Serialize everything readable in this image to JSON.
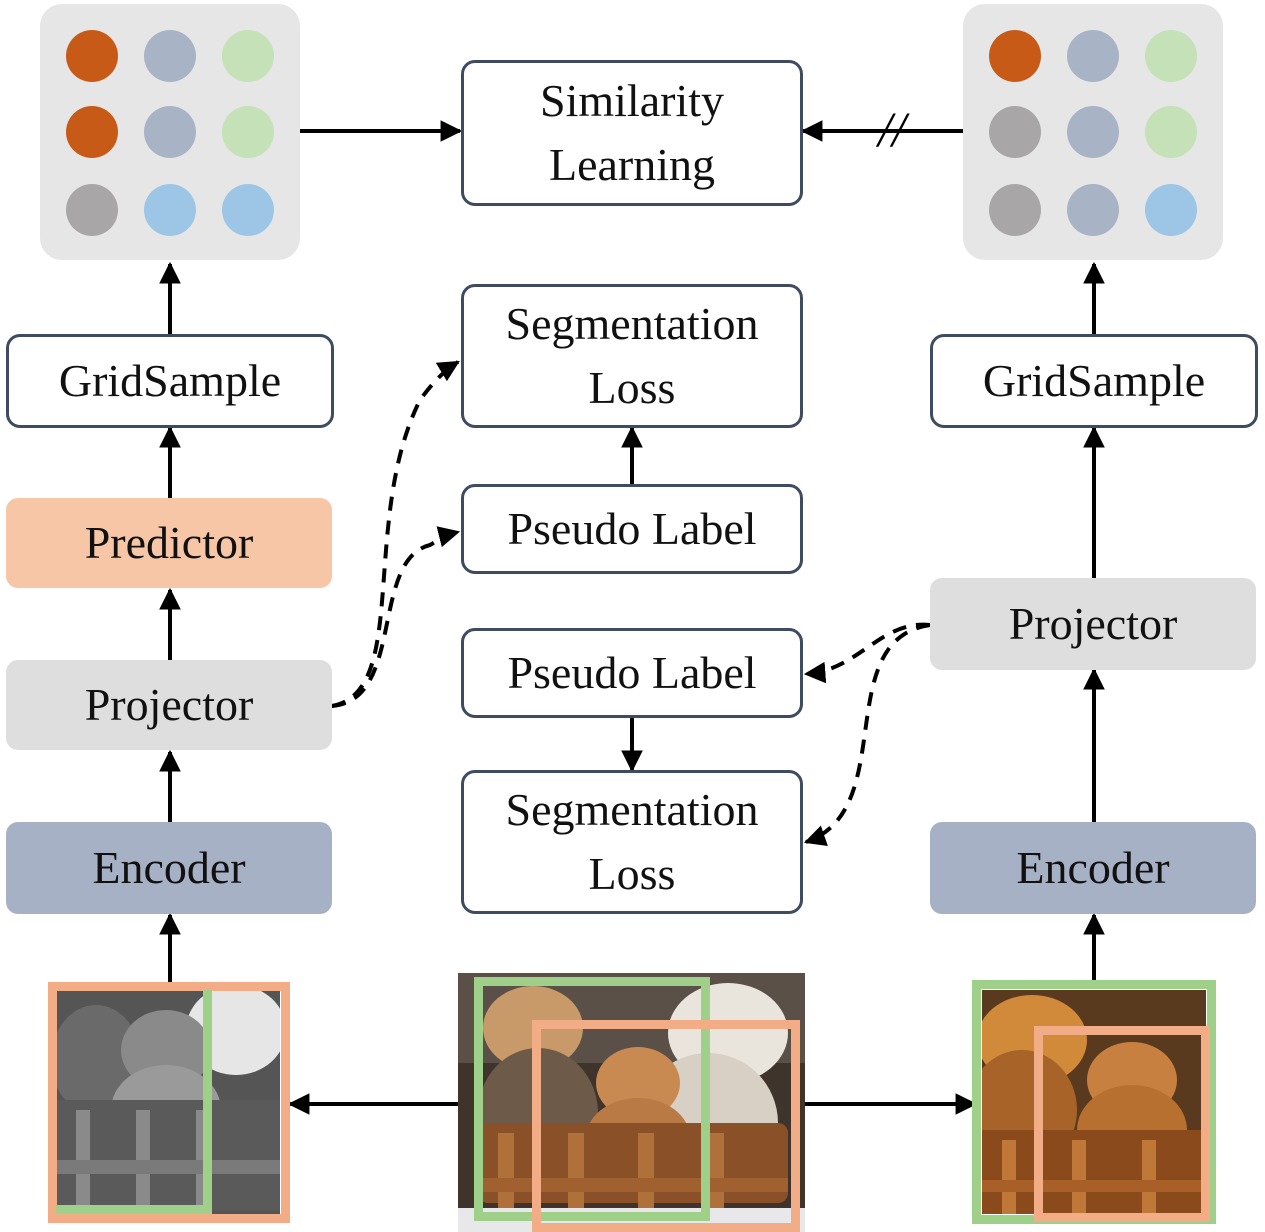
{
  "colors": {
    "predictor_fill": "#f6c6a6",
    "projector_fill": "#dedede",
    "encoder_fill": "#a7b1c5",
    "box_border": "#3f4b5f",
    "panel_fill": "#e6e6e6",
    "crop_green": "#9fd08a",
    "crop_orange": "#f2ad86",
    "dot_orange": "#c85a18",
    "dot_slate": "#a9b3c6",
    "dot_green": "#c4e1b8",
    "dot_gray": "#a8a6a6",
    "dot_blue": "#9dc6e6"
  },
  "labels": {
    "similarity_line1": "Similarity",
    "similarity_line2": "Learning",
    "seg_loss_line1": "Segmentation",
    "seg_loss_line2": "Loss",
    "pseudo_label": "Pseudo Label",
    "gridsample": "GridSample",
    "predictor": "Predictor",
    "projector": "Projector",
    "encoder": "Encoder"
  },
  "stop_gradient_mark": "//",
  "left_grid_colors": [
    "dot_orange",
    "dot_slate",
    "dot_green",
    "dot_orange",
    "dot_slate",
    "dot_green",
    "dot_gray",
    "dot_blue",
    "dot_blue"
  ],
  "right_grid_colors": [
    "dot_orange",
    "dot_slate",
    "dot_green",
    "dot_gray",
    "dot_slate",
    "dot_green",
    "dot_gray",
    "dot_slate",
    "dot_blue"
  ]
}
